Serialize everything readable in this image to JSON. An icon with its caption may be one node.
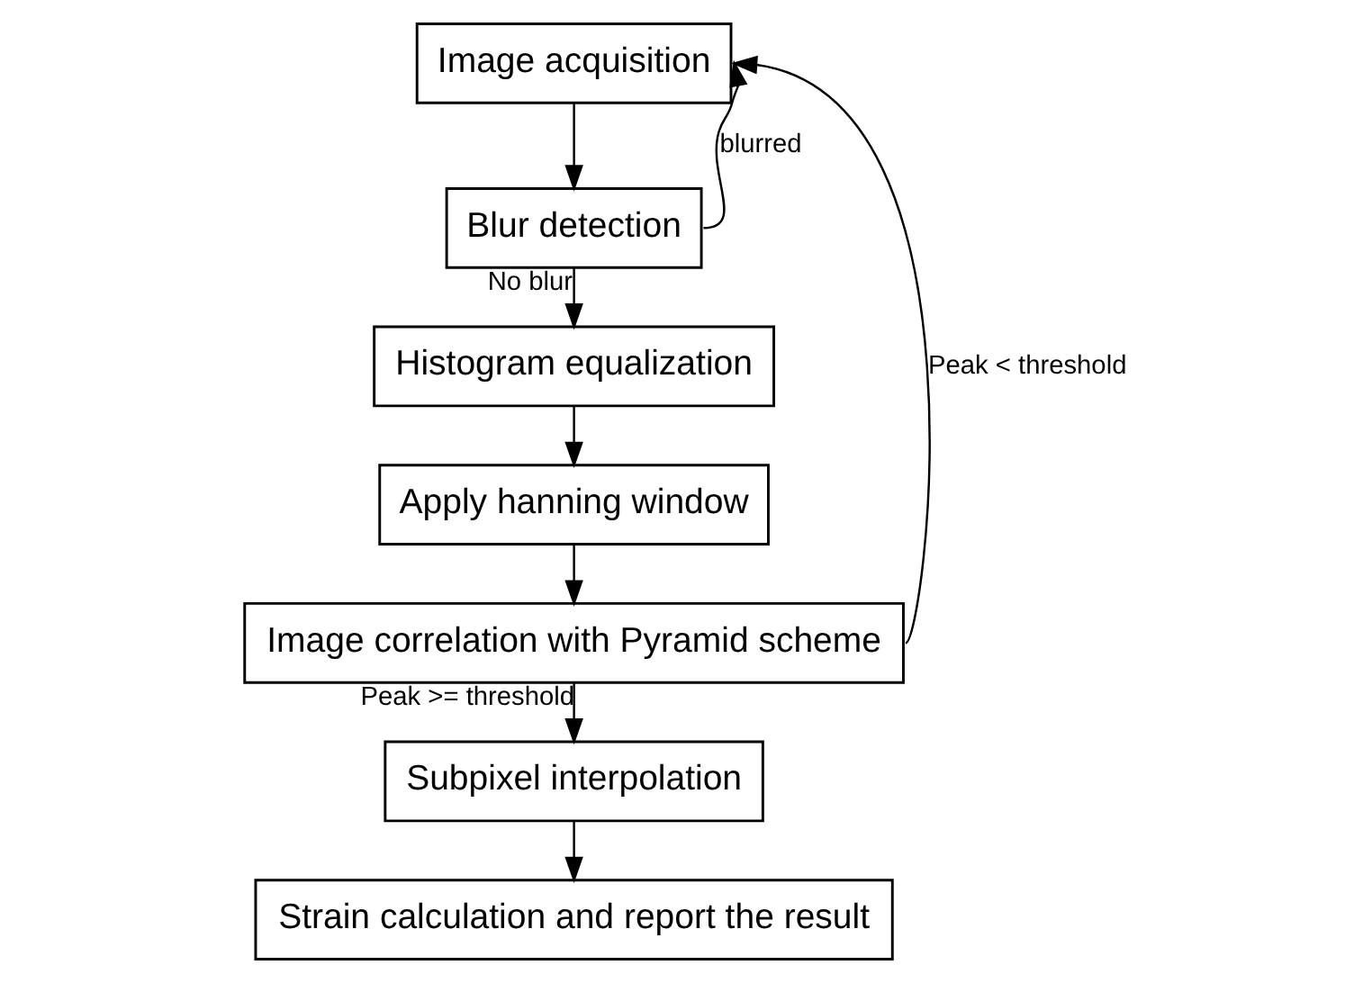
{
  "diagram": {
    "nodes": [
      {
        "text": [
          "Image acquisition"
        ]
      },
      {
        "text": [
          "Blur detection"
        ]
      },
      {
        "text": [
          "Histogram equalization"
        ]
      },
      {
        "text": [
          "Apply hanning window"
        ]
      },
      {
        "text": [
          "Image correlation with Pyramid scheme"
        ]
      },
      {
        "text": [
          "Subpixel interpolation"
        ]
      },
      {
        "text": [
          "Strain calculation and report the result"
        ]
      }
    ],
    "edges": [
      {
        "from": 0,
        "to": 1,
        "arrow": "to"
      },
      {
        "from": 1,
        "to": 0,
        "arrow": "to",
        "label": "blurred"
      },
      {
        "from": 1,
        "to": 2,
        "arrow": "to",
        "label": "No blur"
      },
      {
        "from": 2,
        "to": 3,
        "arrow": "to"
      },
      {
        "from": 3,
        "to": 4,
        "arrow": "to"
      },
      {
        "from": 4,
        "to": 0,
        "arrow": "to",
        "label": "Peak < threshold"
      },
      {
        "from": 4,
        "to": 5,
        "arrow": "to",
        "label": "Peak >= threshold"
      },
      {
        "from": 5,
        "to": 6,
        "arrow": "to"
      }
    ]
  }
}
